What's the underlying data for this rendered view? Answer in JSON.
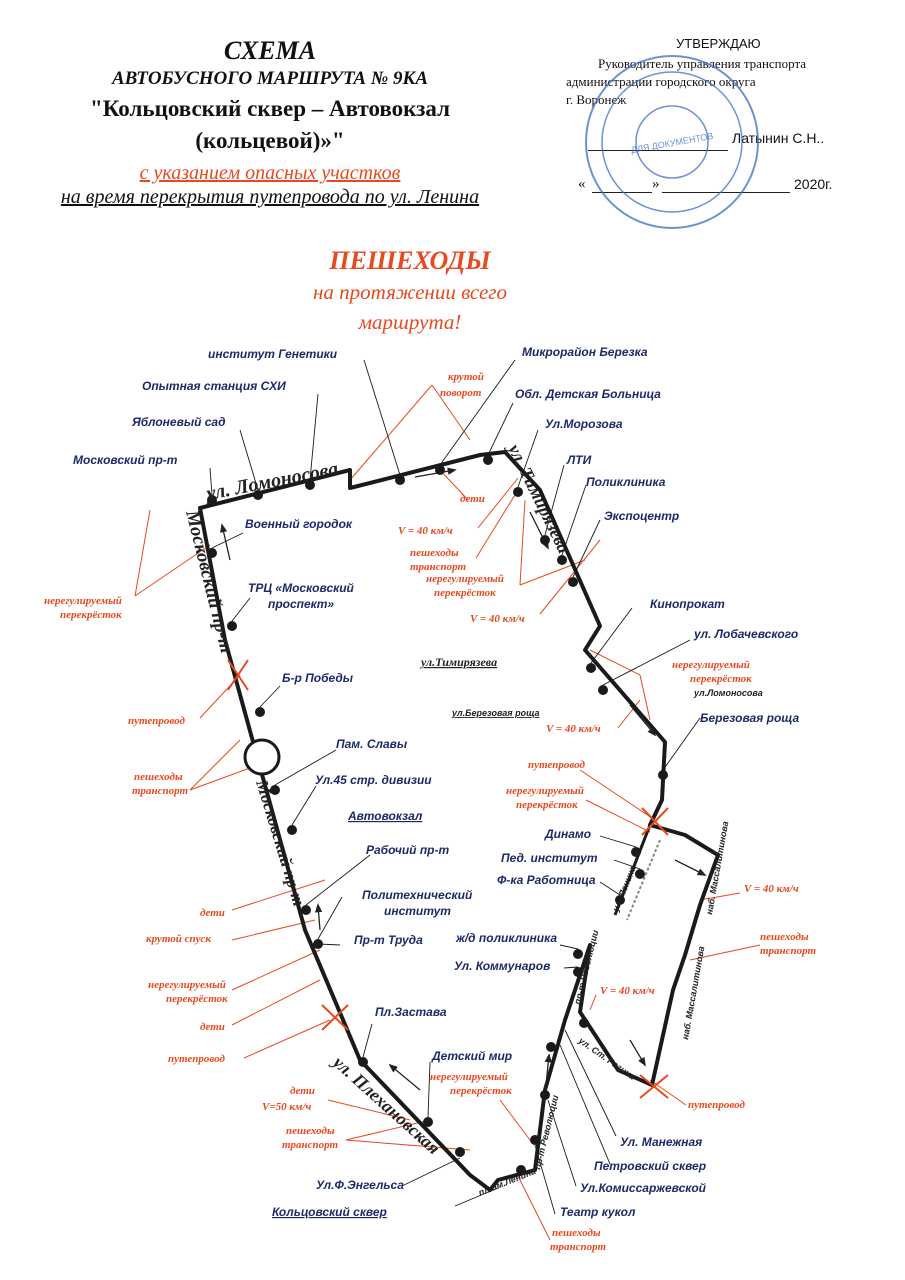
{
  "header": {
    "line1": "СХЕМА",
    "line2": "АВТОБУСНОГО МАРШРУТА № 9КА",
    "line3": "\"Кольцовский сквер – Автовокзал",
    "line4": "(кольцевой)»\"",
    "line5": "с указанием опасных участков",
    "line6": "на время перекрытия путепровода по ул. Ленина"
  },
  "approval": {
    "title": "УТВЕРЖДАЮ",
    "line1": "Руководитель управления транспорта",
    "line2": "администрации городского округа",
    "line3": "г. Воронеж",
    "signature": "Латынин С.Н..",
    "date_open": "«",
    "date_close": "»",
    "year": "2020г.",
    "stamp_text": "ДЛЯ ДОКУМЕНТОВ"
  },
  "warning": {
    "line1": "ПЕШЕХОДЫ",
    "line2": "на протяжении всего",
    "line3": "маршрута!"
  },
  "stops": {
    "genetics": "институт Генетики",
    "berezka": "Микрорайон Березка",
    "shi": "Опытная станция СХИ",
    "hospital": "Обл. Детская Больница",
    "apple": "Яблоневый сад",
    "morozova": "Ул.Морозова",
    "moskovsky": "Московский пр-т",
    "lti": "ЛТИ",
    "clinic": "Поликлиника",
    "military": "Военный городок",
    "expo": "Экспоцентр",
    "trc1": "ТРЦ «Московский",
    "trc2": "проспект»",
    "kino": "Кинопрокат",
    "lobach": "ул. Лобачевского",
    "victory": "Б-р Победы",
    "birch": "Березовая роща",
    "glory": "Пам. Славы",
    "div45": "Ул.45 стр. дивизии",
    "station": "Автовокзал",
    "dinamo": "Динамо",
    "rabochiy": "Рабочий пр-т",
    "pedinst": "Пед. институт",
    "factory": "Ф-ка Работница",
    "poly1": "Политехнический",
    "poly2": "институт",
    "trud": "Пр-т Труда",
    "rail": "ж/д поликлиника",
    "kommunarov": "Ул. Коммунаров",
    "zastava": "Пл.Застава",
    "kids": "Детский мир",
    "manege": "Ул. Манежная",
    "petrov": "Петровский сквер",
    "engels": "Ул.Ф.Энгельса",
    "komiss": "Ул.Комиссаржевской",
    "koltsov": "Кольцовский сквер",
    "puppet": "Театр кукол"
  },
  "hazards": {
    "sharp_turn1": "крутой",
    "sharp_turn2": "поворот",
    "kids": "дети",
    "speed40": "V = 40 км/ч",
    "speed40b": "V = 40 км/ч",
    "speed50": "V=50 км/ч",
    "peds": "пешеходы",
    "transport": "транспорт",
    "unreg1": "нерегулируемый",
    "unreg2": "перекрёсток",
    "overpass": "путепровод",
    "steep": "крутой спуск"
  },
  "streets": {
    "lomonosova": "ул. Ломоносова",
    "timiryazeva": "ул. Тимирязева",
    "timiryazeva2": "ул.Тимирязева",
    "moskovsky1": "Московский пр-т",
    "moskovsky2": "Московский пр-т",
    "plekhanov": "ул. Плехановская",
    "berezovaya": "ул.Березовая роща",
    "lomonosova2": "ул.Ломоносова",
    "lenina": "ул. Ленина",
    "massalitinova": "наб. Массалитинова",
    "revolution": "пр-т Революции",
    "revolution2": "пр-т Революции",
    "platz_lenina": "пл.им.Ленина",
    "st_razina": "ул. Ст. Разина"
  }
}
